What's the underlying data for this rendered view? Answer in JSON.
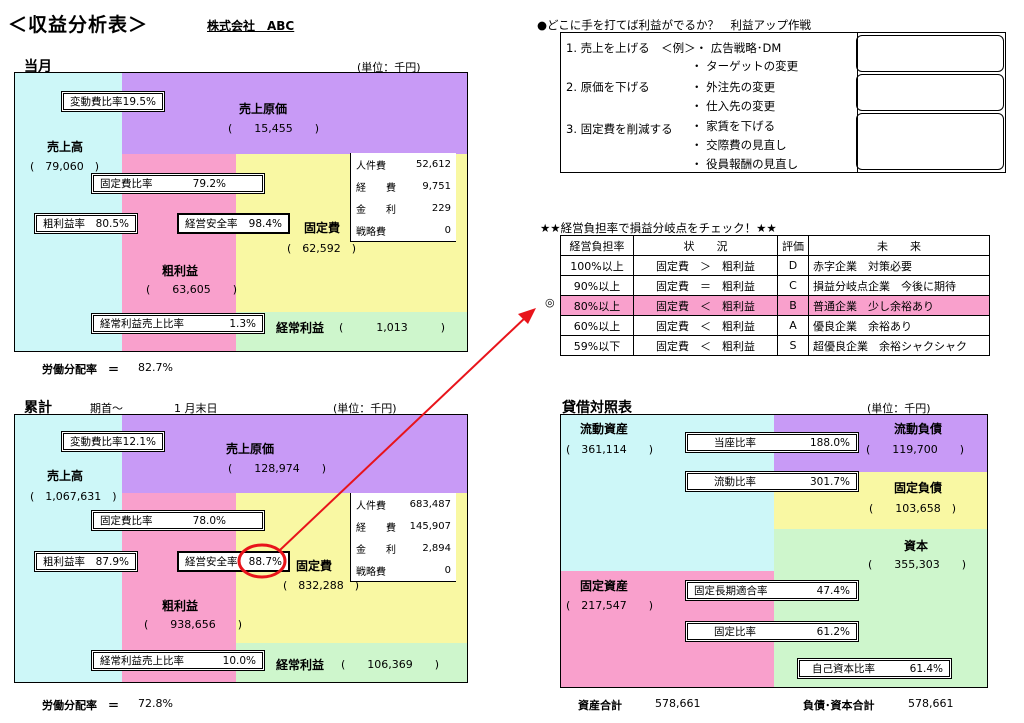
{
  "header": {
    "title": "＜収益分析表＞",
    "company": "株式会社　ABC"
  },
  "monthly": {
    "section": "当月",
    "unit": "(単位：千円)",
    "sales_label": "売上高",
    "sales_value": "(　79,060　)",
    "cogs_label": "売上原価",
    "cogs_value": "(　　15,455　　)",
    "gross_label": "粗利益",
    "gross_value": "(　　63,605　　)",
    "fixed_label": "固定費",
    "fixed_value": "(　62,592　)",
    "ordinary_label": "経常利益",
    "ordinary_value": "(　　　1,013　　　)",
    "variable_ratio": {
      "label": "変動費比率",
      "value": "19.5%"
    },
    "fixed_ratio": {
      "label": "固定費比率",
      "value": "79.2%"
    },
    "gross_margin": {
      "label": "粗利益率",
      "value": "80.5%"
    },
    "safety": {
      "label": "経営安全率",
      "value": "98.4%"
    },
    "ordinary_ratio": {
      "label": "経常利益売上比率",
      "value": "1.3%"
    },
    "costs": [
      {
        "label": "人件費",
        "value": "52,612"
      },
      {
        "label": "経　　費",
        "value": "9,751"
      },
      {
        "label": "金　　利",
        "value": "229"
      },
      {
        "label": "戦略費",
        "value": "0"
      }
    ],
    "labor_label": "労働分配率　＝",
    "labor_value": "82.7%"
  },
  "cumulative": {
    "section": "累計",
    "period_label": "期首～",
    "period_value": "1 月末日",
    "unit": "(単位：千円)",
    "sales_label": "売上高",
    "sales_value": "(　1,067,631　)",
    "cogs_label": "売上原価",
    "cogs_value": "(　　128,974　　)",
    "gross_label": "粗利益",
    "gross_value": "(　　938,656　　)",
    "fixed_label": "固定費",
    "fixed_value": "(　832,288　)",
    "ordinary_label": "経常利益",
    "ordinary_value": "(　　106,369　　)",
    "variable_ratio": {
      "label": "変動費比率",
      "value": "12.1%"
    },
    "fixed_ratio": {
      "label": "固定費比率",
      "value": "78.0%"
    },
    "gross_margin": {
      "label": "粗利益率",
      "value": "87.9%"
    },
    "safety": {
      "label": "経営安全率",
      "value": "88.7%"
    },
    "ordinary_ratio": {
      "label": "経常利益売上比率",
      "value": "10.0%"
    },
    "costs": [
      {
        "label": "人件費",
        "value": "683,487"
      },
      {
        "label": "経　　費",
        "value": "145,907"
      },
      {
        "label": "金　　利",
        "value": "2,894"
      },
      {
        "label": "戦略費",
        "value": "0"
      }
    ],
    "labor_label": "労働分配率　＝",
    "labor_value": "72.8%"
  },
  "strategy": {
    "heading": "●どこに手を打てば利益がでるか？　利益アップ作戦",
    "lines": [
      "1. 売上を上げる　＜例＞・ 広告戦略･DM",
      "・ ターゲットの変更",
      "2. 原価を下げる",
      "・ 外注先の変更",
      "・ 仕入先の変更",
      "3. 固定費を削減する",
      "・ 家賃を下げる",
      "・ 交際費の見直し",
      "・ 役員報酬の見直し"
    ]
  },
  "breakeven": {
    "heading": "★★経営負担率で損益分岐点をチェック！★★",
    "marker": "◎",
    "headers": [
      "経営負担率",
      "状　　況",
      "評価",
      "未　　来"
    ],
    "rows": [
      [
        "100%以上",
        "固定費　＞　粗利益",
        "D",
        "赤字企業　対策必要"
      ],
      [
        "90%以上",
        "固定費　＝　粗利益",
        "C",
        "損益分岐点企業　今後に期待"
      ],
      [
        "80%以上",
        "固定費　＜　粗利益",
        "B",
        "普通企業　少し余裕あり"
      ],
      [
        "60%以上",
        "固定費　＜　粗利益",
        "A",
        "優良企業　余裕あり"
      ],
      [
        "59%以下",
        "固定費　＜　粗利益",
        "S",
        "超優良企業　余裕シャクシャク"
      ]
    ]
  },
  "balance": {
    "section": "貸借対照表",
    "unit": "(単位：千円)",
    "current_assets_label": "流動資産",
    "current_assets_value": "(　361,114　　)",
    "fixed_assets_label": "固定資産",
    "fixed_assets_value": "(　217,547　　)",
    "current_liab_label": "流動負債",
    "current_liab_value": "(　　119,700　　)",
    "fixed_liab_label": "固定負債",
    "fixed_liab_value": "(　　103,658　)",
    "equity_label": "資本",
    "equity_value": "(　　355,303　　)",
    "quick_ratio": {
      "label": "当座比率",
      "value": "188.0%"
    },
    "current_ratio": {
      "label": "流動比率",
      "value": "301.7%"
    },
    "fixed_lt_ratio": {
      "label": "固定長期適合率",
      "value": "47.4%"
    },
    "fixed_ratio": {
      "label": "固定比率",
      "value": "61.2%"
    },
    "equity_ratio": {
      "label": "自己資本比率",
      "value": "61.4%"
    },
    "total_assets_label": "資産合計",
    "total_assets_value": "578,661",
    "total_le_label": "負債･資本合計",
    "total_le_value": "578,661"
  },
  "colors": {
    "cyan": "#cdf7f8",
    "purple": "#c89af6",
    "pink": "#f9a0cc",
    "yellow": "#f9f8a3",
    "green": "#cef6cc",
    "arrow": "#e8141b"
  }
}
